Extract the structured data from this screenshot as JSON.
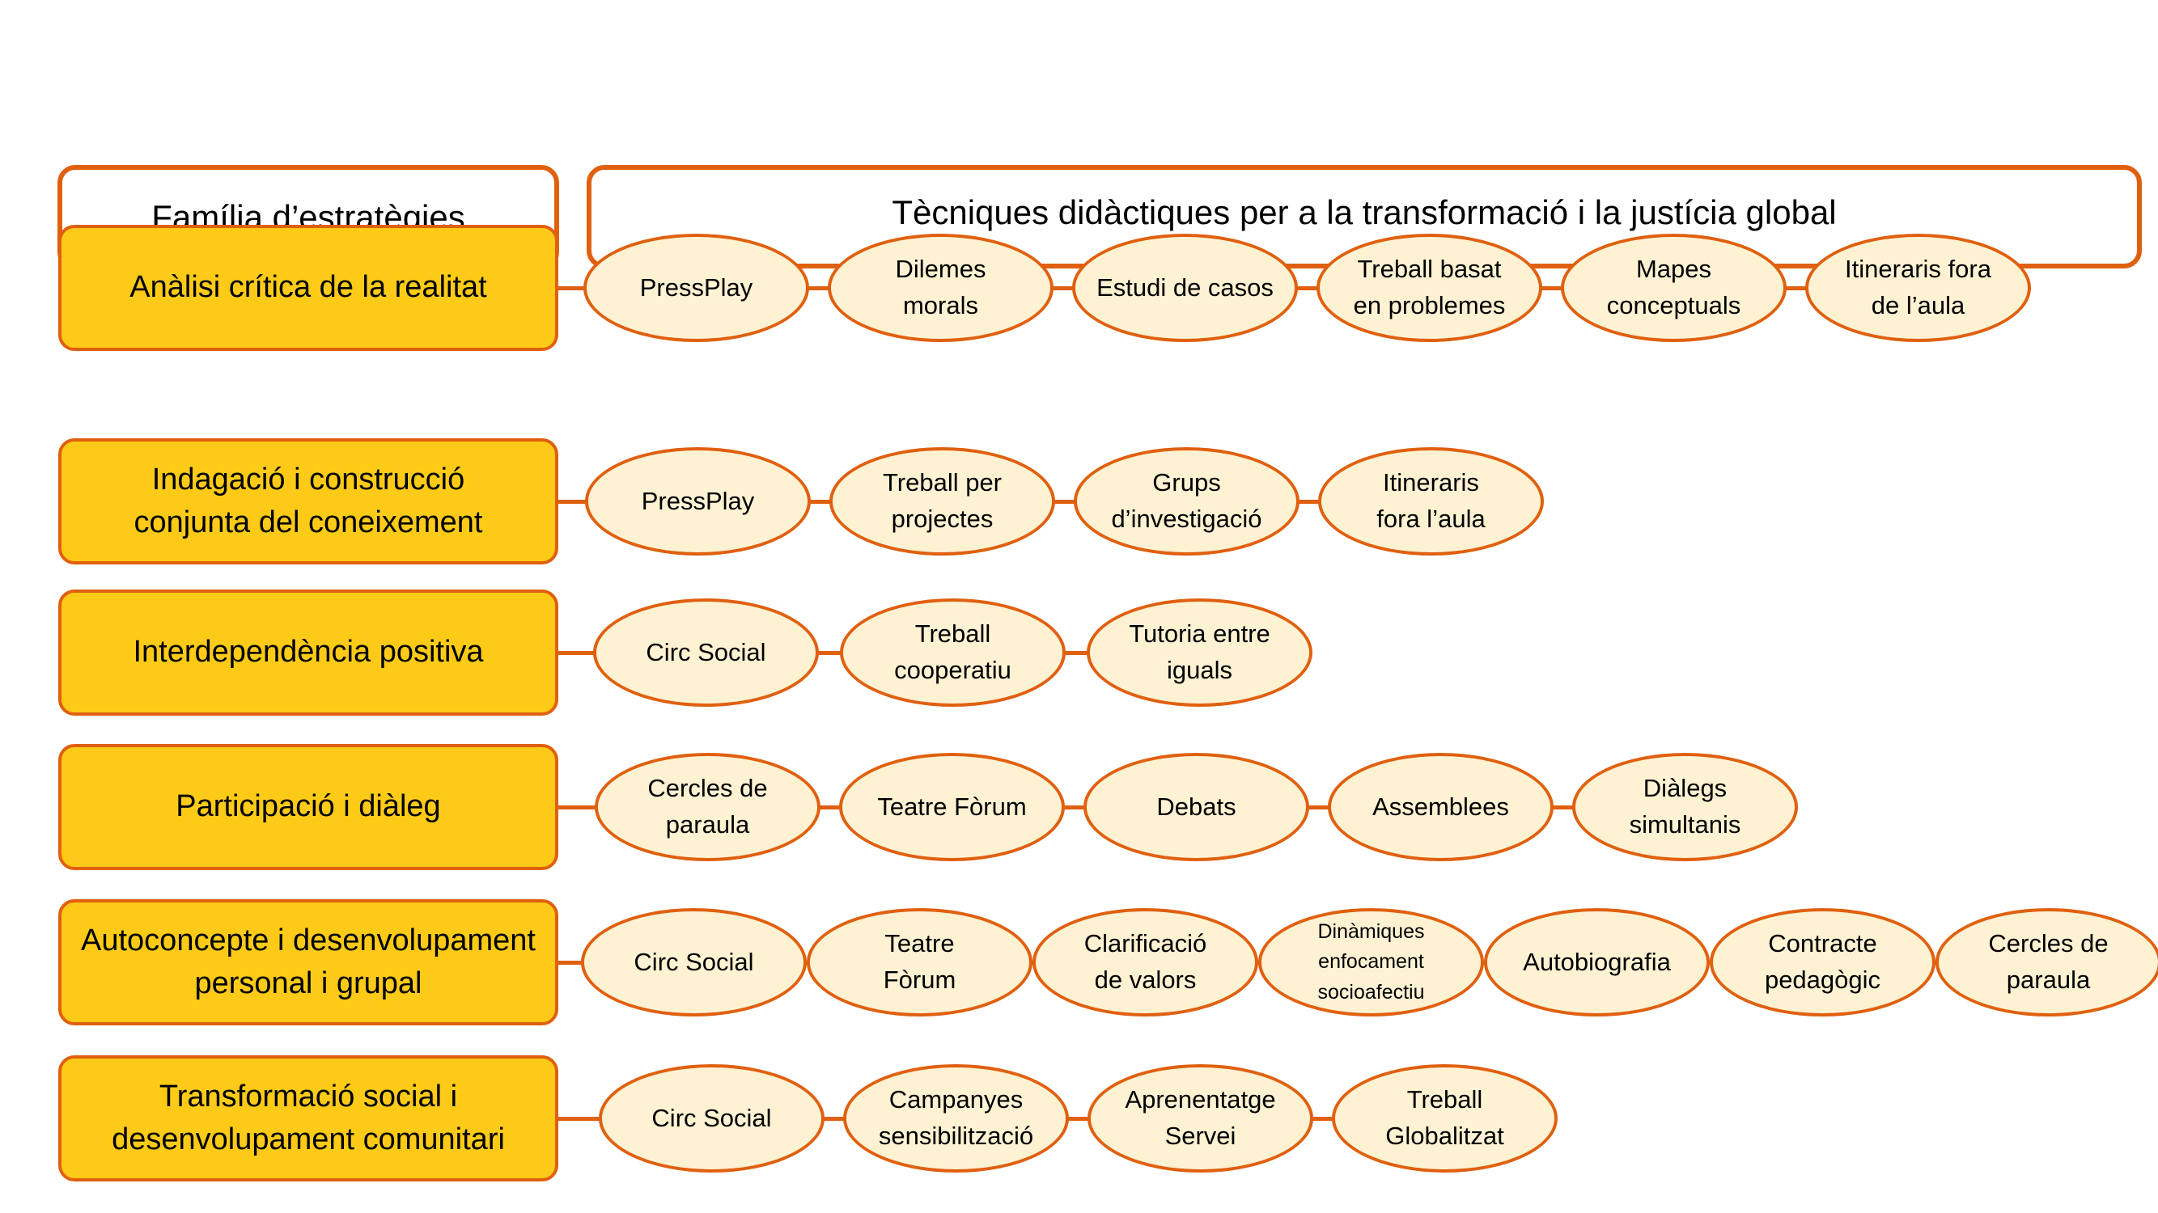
{
  "header": {
    "family_title": "Família d’estratègies",
    "techniques_title": "Tècniques didàctiques per a la transformació i la justícia global"
  },
  "rows": [
    {
      "family": "Anàlisi crítica de la realitat",
      "techniques": [
        "PressPlay",
        "Dilemes\nmorals",
        "Estudi de casos",
        "Treball basat\nen problemes",
        "Mapes\nconceptuals",
        "Itineraris fora\nde l’aula"
      ]
    },
    {
      "family": "Indagació i construcció\nconjunta del coneixement",
      "techniques": [
        "PressPlay",
        "Treball per\nprojectes",
        "Grups\nd’investigació",
        "Itineraris\nfora l’aula"
      ]
    },
    {
      "family": "Interdependència positiva",
      "techniques": [
        "Circ Social",
        "Treball\ncooperatiu",
        "Tutoria entre\niguals"
      ]
    },
    {
      "family": "Participació i diàleg",
      "techniques": [
        "Cercles de\nparaula",
        "Teatre Fòrum",
        "Debats",
        "Assemblees",
        "Diàlegs\nsimultanis"
      ]
    },
    {
      "family": "Autoconcepte i desenvolupament\npersonal i grupal",
      "techniques": [
        "Circ Social",
        "Teatre\nFòrum",
        "Clarificació\nde valors",
        "Dinàmiques\nenfocament\nsocioafectiu",
        "Autobiografia",
        "Contracte\npedagògic",
        "Cercles de\nparaula"
      ]
    },
    {
      "family": "Transformació social i\ndesenvolupament comunitari",
      "techniques": [
        "Circ Social",
        "Campanyes\nsensibilització",
        "Aprenentatge\nServei",
        "Treball\nGlobalitzat"
      ]
    }
  ]
}
